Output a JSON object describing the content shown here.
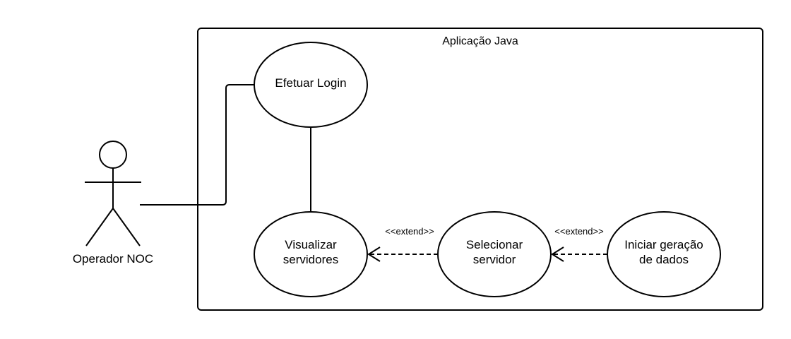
{
  "system": {
    "title": "Aplicação Java"
  },
  "actor": {
    "name": "Operador NOC"
  },
  "use_cases": {
    "login": {
      "lines": [
        "Efetuar Login"
      ]
    },
    "view_servers": {
      "lines": [
        "Visualizar",
        "servidores"
      ]
    },
    "select_server": {
      "lines": [
        "Selecionar",
        "servidor"
      ]
    },
    "start_generation": {
      "lines": [
        "Iniciar geração",
        "de dados"
      ]
    }
  },
  "relations": {
    "extend_1": {
      "label": "<<extend>>"
    },
    "extend_2": {
      "label": "<<extend>>"
    }
  },
  "colors": {
    "stroke": "#000000",
    "background": "#ffffff"
  }
}
